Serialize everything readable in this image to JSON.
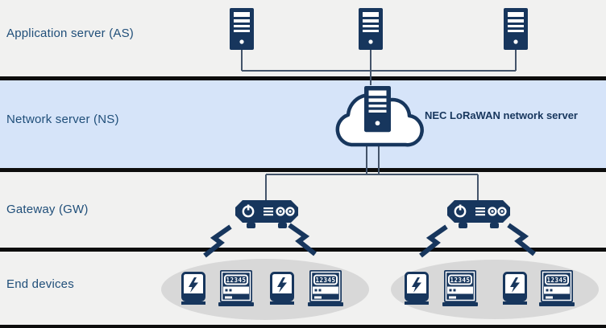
{
  "layers": {
    "application": {
      "label": "Application server (AS)",
      "server_count": 3
    },
    "network": {
      "label": "Network server (NS)"
    },
    "gateway": {
      "label": "Gateway (GW)",
      "gateway_count": 2
    },
    "end": {
      "label": "End devices"
    }
  },
  "network_server": {
    "label": "NEC LoRaWAN network server"
  },
  "end_devices": {
    "meter_display": "12345",
    "groups": [
      {
        "devices": [
          "electric-device",
          "smart-meter",
          "electric-device",
          "smart-meter"
        ]
      },
      {
        "devices": [
          "electric-device",
          "smart-meter",
          "electric-device",
          "smart-meter"
        ]
      }
    ]
  },
  "icons": {
    "application_server": "server-tower-icon",
    "network_server": "cloud-server-icon",
    "gateway": "router-icon",
    "radio_link": "lightning-bolt-icon",
    "electric_device": "flash-device-icon",
    "smart_meter": "meter-device-icon"
  },
  "colors": {
    "navy": "#17365d",
    "label_text": "#1f4e79",
    "ns_band": "#d6e4f9",
    "band_bg": "#f1f1f0",
    "ellipse": "#d8d8d8",
    "divider": "#0d0d0d",
    "connector": "#44546a"
  }
}
